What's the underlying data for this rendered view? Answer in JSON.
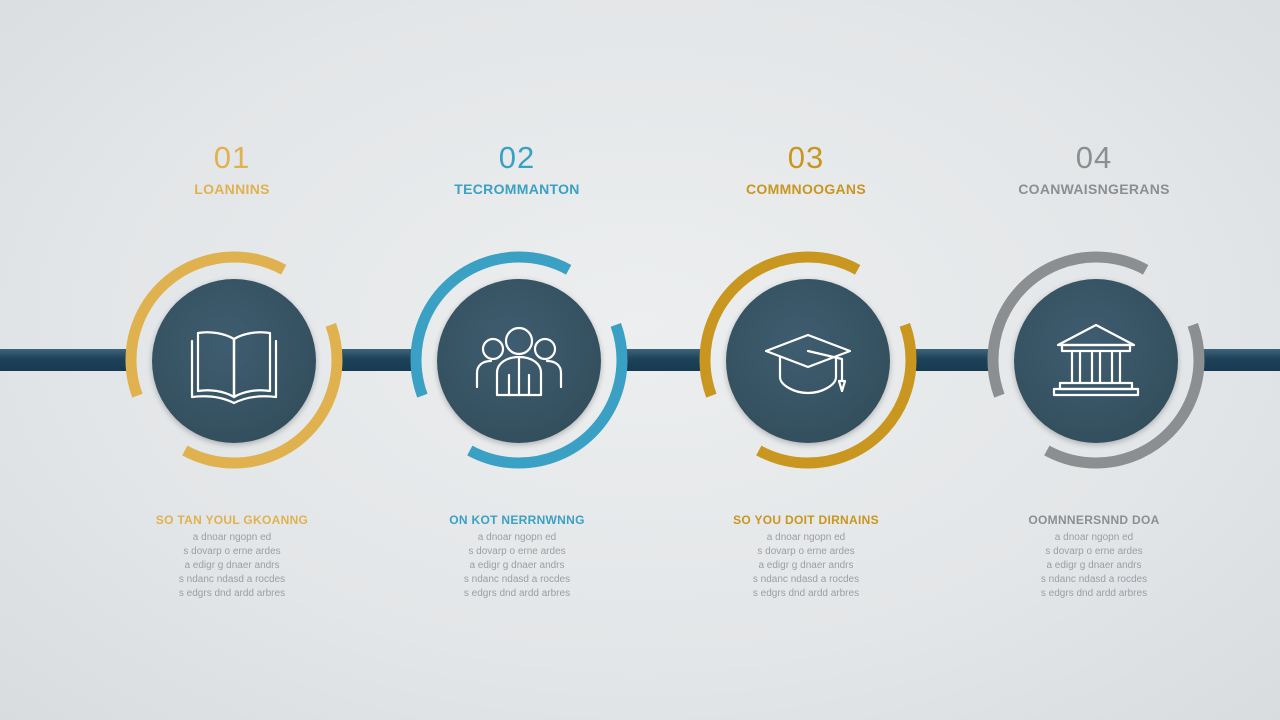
{
  "colors": {
    "background": "#e4e7e9",
    "connector": "#1e4258",
    "disc": "#34505f",
    "icon_stroke": "#ffffff",
    "description_text": "#9a9fa4"
  },
  "steps": [
    {
      "number": "01",
      "title": "LOANNINS",
      "accent": "#e0b24f",
      "icon": "open-book-icon",
      "subtitle": "SO TAN YOUL GKOANNG",
      "description": [
        "a dnoar ngopn ed",
        "s dovarp o erne ardes",
        "a edigr g dnaer andrs",
        "s ndanc ndasd a rocdes",
        "s edgrs dnd ardd arbres"
      ]
    },
    {
      "number": "02",
      "title": "TECROMMANTON",
      "accent": "#3aa0c4",
      "icon": "group-people-icon",
      "subtitle": "ON KOT NERRNWNNG",
      "description": [
        "a dnoar ngopn ed",
        "s dovarp o erne ardes",
        "a edigr g dnaer andrs",
        "s ndanc ndasd a rocdes",
        "s edgrs dnd ardd arbres"
      ]
    },
    {
      "number": "03",
      "title": "COMMNOOGANS",
      "accent": "#c9961f",
      "icon": "graduation-cap-icon",
      "subtitle": "SO YOU DOIT DIRNAINS",
      "description": [
        "a dnoar ngopn ed",
        "s dovarp o erne ardes",
        "a edigr g dnaer andrs",
        "s ndanc ndasd a rocdes",
        "s edgrs dnd ardd arbres"
      ]
    },
    {
      "number": "04",
      "title": "COANWAISNGERANS",
      "accent": "#8c8f91",
      "icon": "institution-building-icon",
      "subtitle": "OOMNNERSNND DOA",
      "description": [
        "a dnoar ngopn ed",
        "s dovarp o erne ardes",
        "a edigr g dnaer andrs",
        "s ndanc ndasd a rocdes",
        "s edgrs dnd ardd arbres"
      ]
    }
  ]
}
